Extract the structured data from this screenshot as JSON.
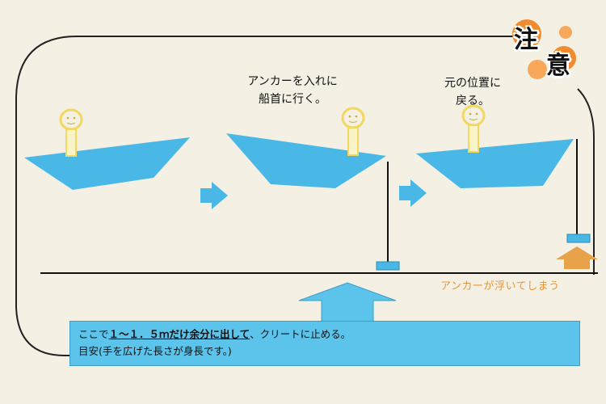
{
  "labels": {
    "step2_line1": "アンカーを入れに",
    "step2_line2": "船首に行く。",
    "step3_line1": "元の位置に",
    "step3_line2": "戻る。",
    "warning": "アンカーが浮いてしまう"
  },
  "badge": {
    "char1": "注",
    "char2": "意"
  },
  "callout": {
    "line1_prefix": "ここで",
    "line1_highlight": "１～１．５ｍだけ余分に出して",
    "line1_suffix": "、クリートに止める。",
    "line2": "目安(手を広げた長さが身長です。)"
  },
  "colors": {
    "water_blue": "#5cc3ea",
    "boat_blue": "#4ab8e6",
    "person_yellow": "#f3de7a",
    "warning_orange": "#e8963a",
    "badge_orange": "#f28a2e"
  }
}
